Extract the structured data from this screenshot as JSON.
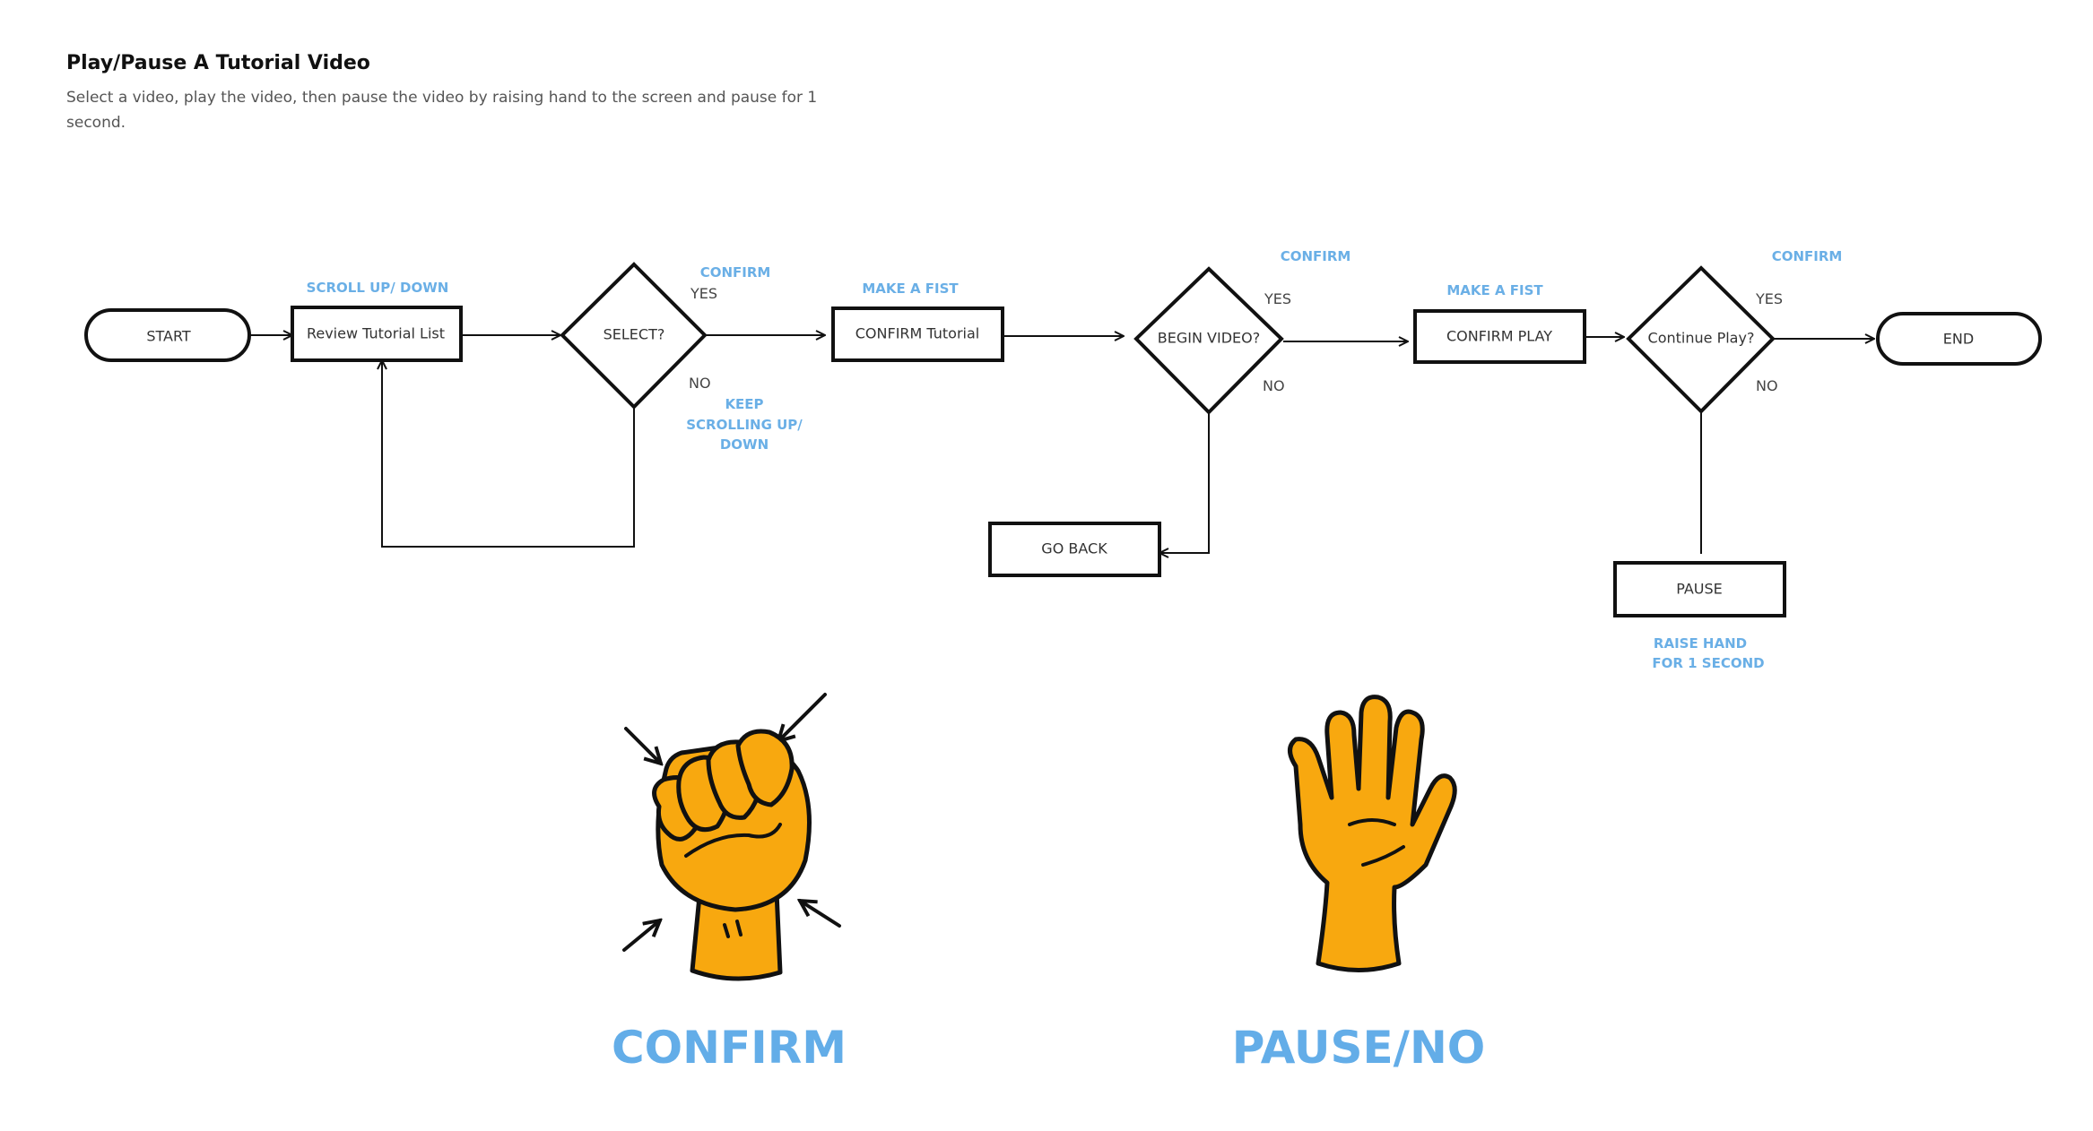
{
  "header": {
    "title": "Play/Pause A Tutorial Video",
    "subtitle": "Select a video, play the video, then pause the video by raising hand to the screen and pause for 1 second."
  },
  "nodes": {
    "start": "START",
    "review": "Review Tutorial List",
    "select": "SELECT?",
    "confirm_tutorial": "CONFIRM Tutorial",
    "begin_video": "BEGIN VIDEO?",
    "confirm_play": "CONFIRM PLAY",
    "continue_play": "Continue Play?",
    "end": "END",
    "go_back": "GO BACK",
    "pause": "PAUSE"
  },
  "edge_labels": {
    "select_yes": "YES",
    "select_no": "NO",
    "begin_yes": "YES",
    "begin_no": "NO",
    "continue_yes": "YES",
    "continue_no": "NO"
  },
  "gesture_labels": {
    "scroll": "SCROLL UP/ DOWN",
    "select_confirm": "CONFIRM",
    "keep_line1": "KEEP",
    "keep_line2": "SCROLLING UP/",
    "keep_line3": "DOWN",
    "fist1": "MAKE A FIST",
    "begin_confirm": "CONFIRM",
    "fist2": "MAKE A FIST",
    "continue_confirm": "CONFIRM",
    "raise_line1": "RAISE HAND",
    "raise_line2": "FOR 1 SECOND"
  },
  "legend": {
    "confirm": "CONFIRM",
    "pause": "PAUSE/NO"
  },
  "colors": {
    "accent_blue": "#63ade8",
    "hand_orange": "#f8a80f",
    "stroke": "#111111"
  }
}
